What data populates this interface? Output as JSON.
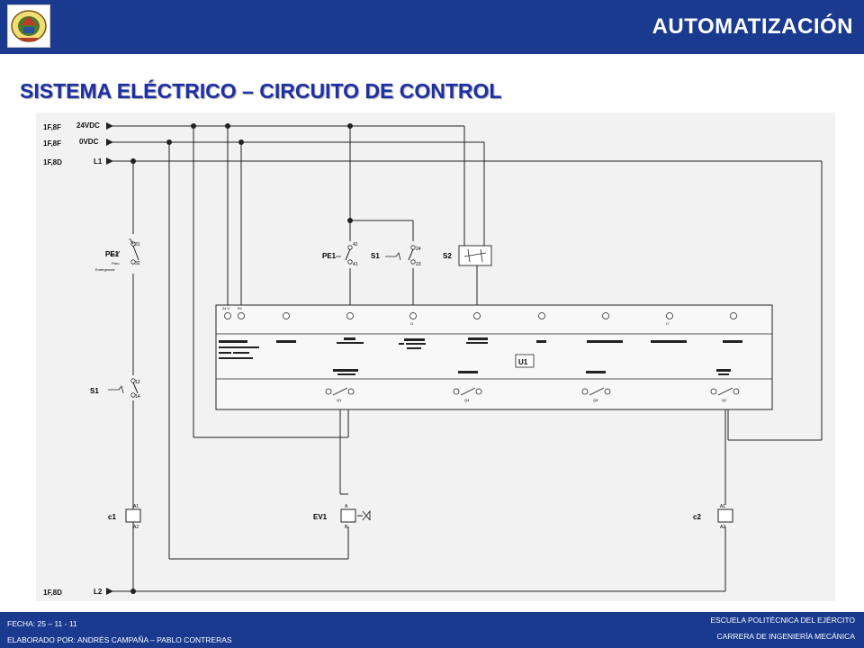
{
  "header": {
    "title": "AUTOMATIZACIÓN"
  },
  "page_title": "SISTEMA ELÉCTRICO – CIRCUITO DE CONTROL",
  "diagram": {
    "supply_refs": [
      "1F,8F",
      "1F,8F",
      "1F,8D",
      "1F,8D"
    ],
    "supply_names": [
      "24VDC",
      "0VDC",
      "L1",
      "L2"
    ],
    "pe1_left": {
      "name": "PE1",
      "contact_top": "31",
      "contact_bottom": "32",
      "caption_1": "Paro",
      "caption_2": "Emergencia"
    },
    "s1_left": {
      "name": "S1",
      "contact_top": "13",
      "contact_bottom": "14"
    },
    "pe1_mid": {
      "name": "PE1",
      "contact_top": "42",
      "contact_bottom": "41"
    },
    "s1_mid": {
      "name": "S1",
      "contact_top": "24",
      "contact_bottom": "23"
    },
    "s2": {
      "name": "S2"
    },
    "plc": {
      "name": "U1",
      "terminal_24v": "24 V",
      "terminal_0v": "0V",
      "label_i1": "I1",
      "label_i7": "I7",
      "out_labels": [
        "Q1",
        "Q4",
        "Q6",
        "Q2"
      ]
    },
    "c1": {
      "name": "c1",
      "a1": "A1",
      "a2": "A2"
    },
    "ev1": {
      "name": "EV1",
      "a": "A",
      "b": "B"
    },
    "c2": {
      "name": "c2",
      "a1": "A1",
      "a2": "A2"
    }
  },
  "footer": {
    "date": "FECHA: 25 – 11 - 11",
    "authors": "ELABORADO POR: ANDRÉS CAMPAÑA – PABLO CONTRERAS",
    "institution": "ESCUELA POLITÉCNICA DEL EJÉRCITO",
    "department": "CARRERA DE INGENIERÍA MECÁNICA"
  },
  "colors": {
    "header_bar": "#1a3a8f",
    "title_text": "#1d2fa6",
    "diagram_bg": "#f2f2f2"
  }
}
